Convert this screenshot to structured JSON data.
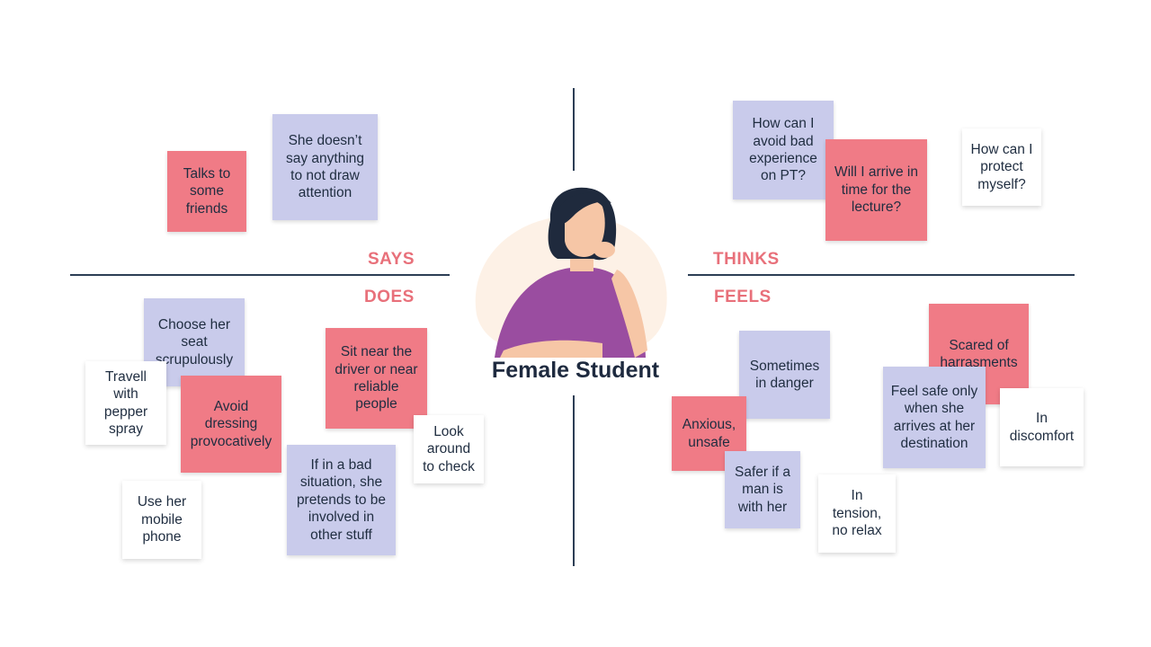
{
  "quadrants": {
    "says": "SAYS",
    "thinks": "THINKS",
    "does": "DOES",
    "feels": "FEELS"
  },
  "persona": {
    "name": "Female Student",
    "icon": "thinking-woman-icon"
  },
  "colors": {
    "pink_note": "#f07b86",
    "lavender_note": "#c9cbeb",
    "white_note": "#ffffff",
    "label": "#e8707a",
    "divider": "#2c3e55"
  },
  "says_notes": [
    "Talks to some friends",
    "She doesn’t say anything to not draw attention"
  ],
  "thinks_notes": [
    "How can I avoid bad experience on PT?",
    "Will I arrive in time for the lecture?",
    "How can I protect myself?"
  ],
  "does_notes": [
    "Choose her seat scrupulously",
    "Travell with pepper spray",
    "Avoid dressing provocatively",
    "Sit near the driver or near reliable people",
    "Look around to check",
    "Use her mobile phone",
    "If in a bad situation, she pretends to be involved in other stuff"
  ],
  "feels_notes": [
    "Scared of harrasments",
    "Sometimes in danger",
    "Feel safe only when she arrives at her destination",
    "In discomfort",
    "Anxious, unsafe",
    "Safer if a man is with her",
    "In tension, no relax"
  ]
}
